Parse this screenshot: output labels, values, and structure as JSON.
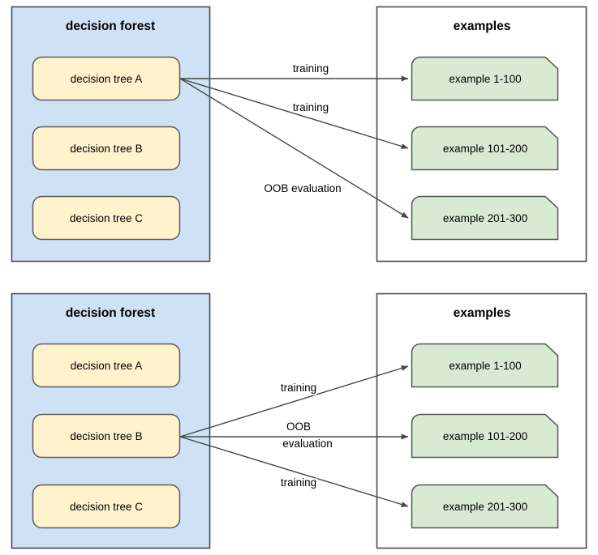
{
  "diagrams": [
    {
      "id": "top",
      "forest": {
        "title": "decision forest",
        "trees": [
          {
            "label": "decision tree A"
          },
          {
            "label": "decision tree B"
          },
          {
            "label": "decision tree C"
          }
        ]
      },
      "examples": {
        "title": "examples",
        "items": [
          {
            "label": "example 1-100"
          },
          {
            "label": "example 101-200"
          },
          {
            "label": "example 201-300"
          }
        ]
      },
      "edges": [
        {
          "from": "decision tree A",
          "to": "example 1-100",
          "label": "training"
        },
        {
          "from": "decision tree A",
          "to": "example 101-200",
          "label": "training"
        },
        {
          "from": "decision tree A",
          "to": "example 201-300",
          "label": "OOB evaluation"
        }
      ]
    },
    {
      "id": "bottom",
      "forest": {
        "title": "decision forest",
        "trees": [
          {
            "label": "decision tree A"
          },
          {
            "label": "decision tree B"
          },
          {
            "label": "decision tree C"
          }
        ]
      },
      "examples": {
        "title": "examples",
        "items": [
          {
            "label": "example 1-100"
          },
          {
            "label": "example 101-200"
          },
          {
            "label": "example 201-300"
          }
        ]
      },
      "edges": [
        {
          "from": "decision tree B",
          "to": "example 1-100",
          "label": "training"
        },
        {
          "from": "decision tree B",
          "to": "example 101-200",
          "label_line1": "OOB",
          "label_line2": "evaluation"
        },
        {
          "from": "decision tree B",
          "to": "example 201-300",
          "label": "training"
        }
      ]
    }
  ],
  "colors": {
    "forest_panel_fill": "#cfe1f5",
    "tree_fill": "#fff2cc",
    "example_fill": "#d9ead3",
    "panel_stroke": "#4a4a4a",
    "edge_stroke": "#43484d",
    "text": "#000000",
    "canvas": "#ffffff"
  }
}
